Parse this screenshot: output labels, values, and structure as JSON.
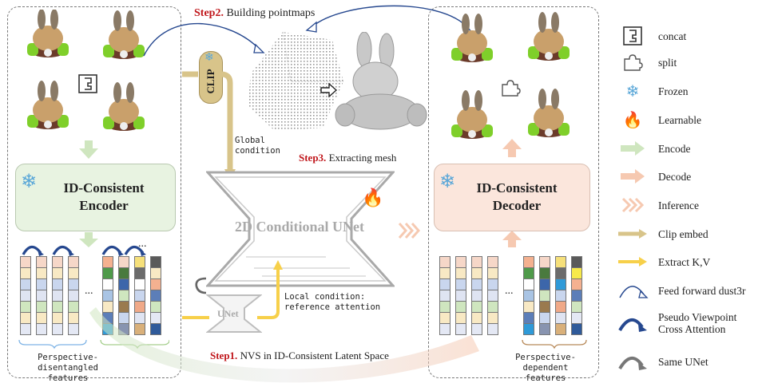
{
  "steps": {
    "step1_label": "Step1.",
    "step1_text": "NVS in ID-Consistent Latent Space",
    "step2_label": "Step2.",
    "step2_text": "Building pointmaps",
    "step3_label": "Step3.",
    "step3_text": "Extracting mesh"
  },
  "encoder": {
    "title_line1": "ID-Consistent",
    "title_line2": "Encoder"
  },
  "decoder": {
    "title_line1": "ID-Consistent",
    "title_line2": "Decoder"
  },
  "unet": {
    "title": "2D Conditional UNet",
    "small_label": "UNet"
  },
  "clip": {
    "label": "CLIP"
  },
  "annotations": {
    "global_condition_line1": "Global",
    "global_condition_line2": "condition",
    "local_condition_line1": "Local condition:",
    "local_condition_line2": "reference attention",
    "left_features_line1": "Perspective-disentangled",
    "left_features_line2": "features",
    "right_features_line1": "Perspective-dependent",
    "right_features_line2": "features",
    "ellipsis": "..."
  },
  "legend": [
    {
      "icon": "concat-icon",
      "label": "concat"
    },
    {
      "icon": "split-icon",
      "label": "split"
    },
    {
      "icon": "snowflake-icon",
      "label": "Frozen"
    },
    {
      "icon": "flame-icon",
      "label": "Learnable"
    },
    {
      "icon": "encode-arrow-icon",
      "label": "Encode"
    },
    {
      "icon": "decode-arrow-icon",
      "label": "Decode"
    },
    {
      "icon": "inference-chevron-icon",
      "label": "Inference"
    },
    {
      "icon": "clip-embed-arrow-icon",
      "label": "Clip embed"
    },
    {
      "icon": "extract-kv-arrow-icon",
      "label": "Extract K,V"
    },
    {
      "icon": "feed-forward-arc-icon",
      "label": "Feed forward dust3r"
    },
    {
      "icon": "cross-attention-arc-icon",
      "label": "Pseudo Viewpoint\nCross Attention"
    },
    {
      "icon": "same-unet-arc-icon",
      "label": "Same UNet"
    }
  ],
  "colors": {
    "encoder_fill": "#e8f3e1",
    "decoder_fill": "#fbe6dc",
    "encode_arrow": "#cfe6bf",
    "decode_arrow": "#f6c9b1",
    "clip_embed": "#d8c48a",
    "extract_kv": "#f7d04a",
    "snowflake": "#5aa7d8",
    "flame": "#e8511f",
    "step_red": "#c0161b"
  }
}
